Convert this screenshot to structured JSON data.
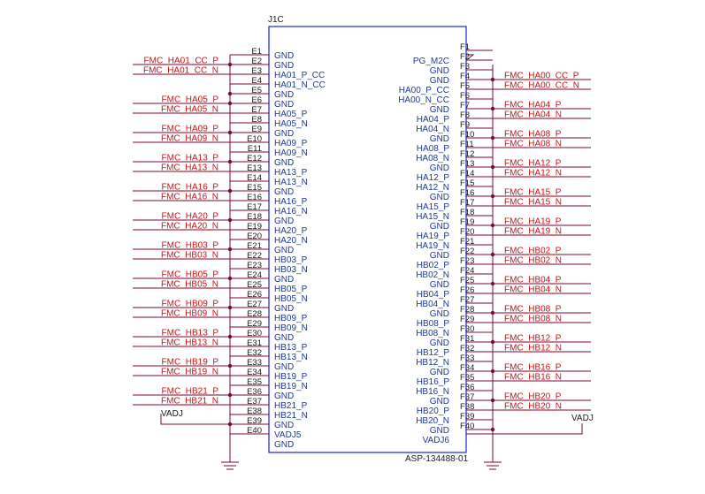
{
  "part": {
    "ref": "J1C",
    "number": "ASP-134488-01"
  },
  "colors": {
    "wire": "#7a0a3a",
    "net_label": "#cc1111",
    "pin_name": "#1f3a8a",
    "pin_number": "#1a1a1a",
    "body": "#2222cc"
  },
  "left_pins": [
    {
      "num": "E1",
      "name": "GND",
      "net": ""
    },
    {
      "num": "E2",
      "name": "GND",
      "net": "FMC_HA01_CC_P"
    },
    {
      "num": "E3",
      "name": "HA01_P_CC",
      "net": "FMC_HA01_CC_N"
    },
    {
      "num": "E4",
      "name": "HA01_N_CC",
      "net": ""
    },
    {
      "num": "E5",
      "name": "GND",
      "net": ""
    },
    {
      "num": "E6",
      "name": "GND",
      "net": "FMC_HA05_P"
    },
    {
      "num": "E7",
      "name": "HA05_P",
      "net": "FMC_HA05_N"
    },
    {
      "num": "E8",
      "name": "HA05_N",
      "net": ""
    },
    {
      "num": "E9",
      "name": "GND",
      "net": "FMC_HA09_P"
    },
    {
      "num": "E10",
      "name": "HA09_P",
      "net": "FMC_HA09_N"
    },
    {
      "num": "E11",
      "name": "HA09_N",
      "net": ""
    },
    {
      "num": "E12",
      "name": "GND",
      "net": "FMC_HA13_P"
    },
    {
      "num": "E13",
      "name": "HA13_P",
      "net": "FMC_HA13_N"
    },
    {
      "num": "E14",
      "name": "HA13_N",
      "net": ""
    },
    {
      "num": "E15",
      "name": "GND",
      "net": "FMC_HA16_P"
    },
    {
      "num": "E16",
      "name": "HA16_P",
      "net": "FMC_HA16_N"
    },
    {
      "num": "E17",
      "name": "HA16_N",
      "net": ""
    },
    {
      "num": "E18",
      "name": "GND",
      "net": "FMC_HA20_P"
    },
    {
      "num": "E19",
      "name": "HA20_P",
      "net": "FMC_HA20_N"
    },
    {
      "num": "E20",
      "name": "HA20_N",
      "net": ""
    },
    {
      "num": "E21",
      "name": "GND",
      "net": "FMC_HB03_P"
    },
    {
      "num": "E22",
      "name": "HB03_P",
      "net": "FMC_HB03_N"
    },
    {
      "num": "E23",
      "name": "HB03_N",
      "net": ""
    },
    {
      "num": "E24",
      "name": "GND",
      "net": "FMC_HB05_P"
    },
    {
      "num": "E25",
      "name": "HB05_P",
      "net": "FMC_HB05_N"
    },
    {
      "num": "E26",
      "name": "HB05_N",
      "net": ""
    },
    {
      "num": "E27",
      "name": "GND",
      "net": "FMC_HB09_P"
    },
    {
      "num": "E28",
      "name": "HB09_P",
      "net": "FMC_HB09_N"
    },
    {
      "num": "E29",
      "name": "HB09_N",
      "net": ""
    },
    {
      "num": "E30",
      "name": "GND",
      "net": "FMC_HB13_P"
    },
    {
      "num": "E31",
      "name": "HB13_P",
      "net": "FMC_HB13_N"
    },
    {
      "num": "E32",
      "name": "HB13_N",
      "net": ""
    },
    {
      "num": "E33",
      "name": "GND",
      "net": "FMC_HB19_P"
    },
    {
      "num": "E34",
      "name": "HB19_P",
      "net": "FMC_HB19_N"
    },
    {
      "num": "E35",
      "name": "HB19_N",
      "net": ""
    },
    {
      "num": "E36",
      "name": "GND",
      "net": "FMC_HB21_P"
    },
    {
      "num": "E37",
      "name": "HB21_P",
      "net": "FMC_HB21_N"
    },
    {
      "num": "E38",
      "name": "HB21_N",
      "net": "VADJ"
    },
    {
      "num": "E39",
      "name": "GND",
      "net": ""
    },
    {
      "num": "E40",
      "name": "VADJ5",
      "net": ""
    },
    {
      "num": "",
      "name": "GND",
      "net": ""
    }
  ],
  "right_pins": [
    {
      "num": "F1",
      "name": "",
      "net": ""
    },
    {
      "num": "F2",
      "name": "PG_M2C",
      "net": ""
    },
    {
      "num": "F3",
      "name": "GND",
      "net": ""
    },
    {
      "num": "F4",
      "name": "GND",
      "net": "FMC_HA00_CC_P"
    },
    {
      "num": "F5",
      "name": "HA00_P_CC",
      "net": "FMC_HA00_CC_N"
    },
    {
      "num": "F6",
      "name": "HA00_N_CC",
      "net": ""
    },
    {
      "num": "F7",
      "name": "GND",
      "net": "FMC_HA04_P"
    },
    {
      "num": "F8",
      "name": "HA04_P",
      "net": "FMC_HA04_N"
    },
    {
      "num": "F9",
      "name": "HA04_N",
      "net": ""
    },
    {
      "num": "F10",
      "name": "GND",
      "net": "FMC_HA08_P"
    },
    {
      "num": "F11",
      "name": "HA08_P",
      "net": "FMC_HA08_N"
    },
    {
      "num": "F12",
      "name": "HA08_N",
      "net": ""
    },
    {
      "num": "F13",
      "name": "GND",
      "net": "FMC_HA12_P"
    },
    {
      "num": "F14",
      "name": "HA12_P",
      "net": "FMC_HA12_N"
    },
    {
      "num": "F15",
      "name": "HA12_N",
      "net": ""
    },
    {
      "num": "F16",
      "name": "GND",
      "net": "FMC_HA15_P"
    },
    {
      "num": "F17",
      "name": "HA15_P",
      "net": "FMC_HA15_N"
    },
    {
      "num": "F18",
      "name": "HA15_N",
      "net": ""
    },
    {
      "num": "F19",
      "name": "GND",
      "net": "FMC_HA19_P"
    },
    {
      "num": "F20",
      "name": "HA19_P",
      "net": "FMC_HA19_N"
    },
    {
      "num": "F21",
      "name": "HA19_N",
      "net": ""
    },
    {
      "num": "F22",
      "name": "GND",
      "net": "FMC_HB02_P"
    },
    {
      "num": "F23",
      "name": "HB02_P",
      "net": "FMC_HB02_N"
    },
    {
      "num": "F24",
      "name": "HB02_N",
      "net": ""
    },
    {
      "num": "F25",
      "name": "GND",
      "net": "FMC_HB04_P"
    },
    {
      "num": "F26",
      "name": "HB04_P",
      "net": "FMC_HB04_N"
    },
    {
      "num": "F27",
      "name": "HB04_N",
      "net": ""
    },
    {
      "num": "F28",
      "name": "GND",
      "net": "FMC_HB08_P"
    },
    {
      "num": "F29",
      "name": "HB08_P",
      "net": "FMC_HB08_N"
    },
    {
      "num": "F30",
      "name": "HB08_N",
      "net": ""
    },
    {
      "num": "F31",
      "name": "GND",
      "net": "FMC_HB12_P"
    },
    {
      "num": "F32",
      "name": "HB12_P",
      "net": "FMC_HB12_N"
    },
    {
      "num": "F33",
      "name": "HB12_N",
      "net": ""
    },
    {
      "num": "F34",
      "name": "GND",
      "net": "FMC_HB16_P"
    },
    {
      "num": "F35",
      "name": "HB16_P",
      "net": "FMC_HB16_N"
    },
    {
      "num": "F36",
      "name": "HB16_N",
      "net": ""
    },
    {
      "num": "F37",
      "name": "GND",
      "net": "FMC_HB20_P"
    },
    {
      "num": "F38",
      "name": "HB20_P",
      "net": "FMC_HB20_N"
    },
    {
      "num": "F39",
      "name": "HB20_N",
      "net": "VADJ"
    },
    {
      "num": "F40",
      "name": "GND",
      "net": ""
    },
    {
      "num": "",
      "name": "VADJ6",
      "net": ""
    }
  ]
}
